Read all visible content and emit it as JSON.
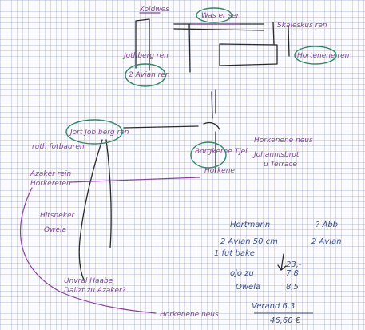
{
  "sketch": {
    "ink_color": "#2a2a2a",
    "purple_color": "#8a3fa8",
    "blue_color": "#3b4f9a",
    "green_color": "#2e8a63",
    "labels": {
      "top_left": "Koldwes",
      "top_center": "Was er ser",
      "top_right": "Skaleskus ren",
      "right_mid": "Hortenene ren",
      "left_block": "Jothberg ren",
      "left_circle": "2 Avian ren",
      "center_left_circle": "Jort Job berg ren",
      "left_mid": "ruth fotbauren",
      "left_lower_1": "Azaker rein",
      "left_lower_2": "Horkereten",
      "left_bottom_1": "Hitsneker",
      "left_bottom_2": "Owela",
      "center_junction_circle": "Borgkerne Tjel",
      "center_junction_below": "Horkene",
      "right_junction_1": "Horkenene neus",
      "right_junction_2": "Johannisbrot",
      "right_junction_3": "u Terrace",
      "bottom_question_1": "Unvral Haabe",
      "bottom_question_2": "Dalizt zu Azaker?",
      "bottom_right": "Horkenene neus"
    },
    "notes": {
      "title": "Hortmann",
      "question": "? Abb",
      "line1_left": "2 Avian 50 cm",
      "line1_right": "2 Avian",
      "line2": "1 fut bake",
      "value1": "23,-",
      "line3": "ojo zu",
      "value2": "7,8",
      "line4": "Owela",
      "value3": "8,5",
      "verand": "Verand 6,3",
      "total": "46,60 €"
    }
  }
}
